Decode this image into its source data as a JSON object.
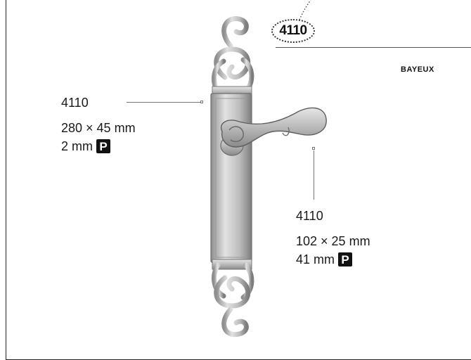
{
  "header": {
    "model_code": "4110",
    "brand": "BAYEUX"
  },
  "plate_spec": {
    "code": "4110",
    "dimensions": "280 × 45 mm",
    "thickness": "2 mm",
    "badge": "P"
  },
  "handle_spec": {
    "code": "4110",
    "dimensions": "102 × 25 mm",
    "thickness": "41 mm",
    "badge": "P"
  },
  "icons": [
    "p-badge-icon"
  ],
  "colors": {
    "text": "#1a1a1a",
    "badge_bg": "#111111",
    "metal": "#c9c9c9"
  }
}
